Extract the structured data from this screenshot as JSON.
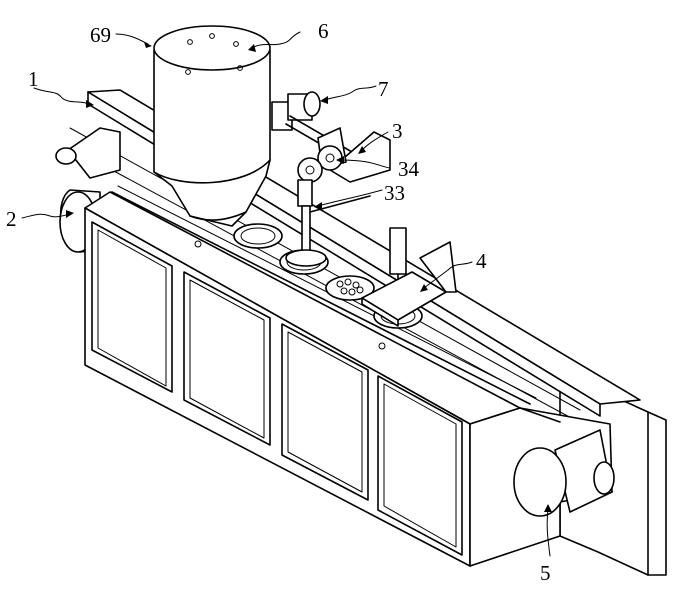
{
  "labels": {
    "l69": "69",
    "l6": "6",
    "l7": "7",
    "l3": "3",
    "l34": "34",
    "l33": "33",
    "l1": "1",
    "l2": "2",
    "l4": "4",
    "l5": "5"
  }
}
